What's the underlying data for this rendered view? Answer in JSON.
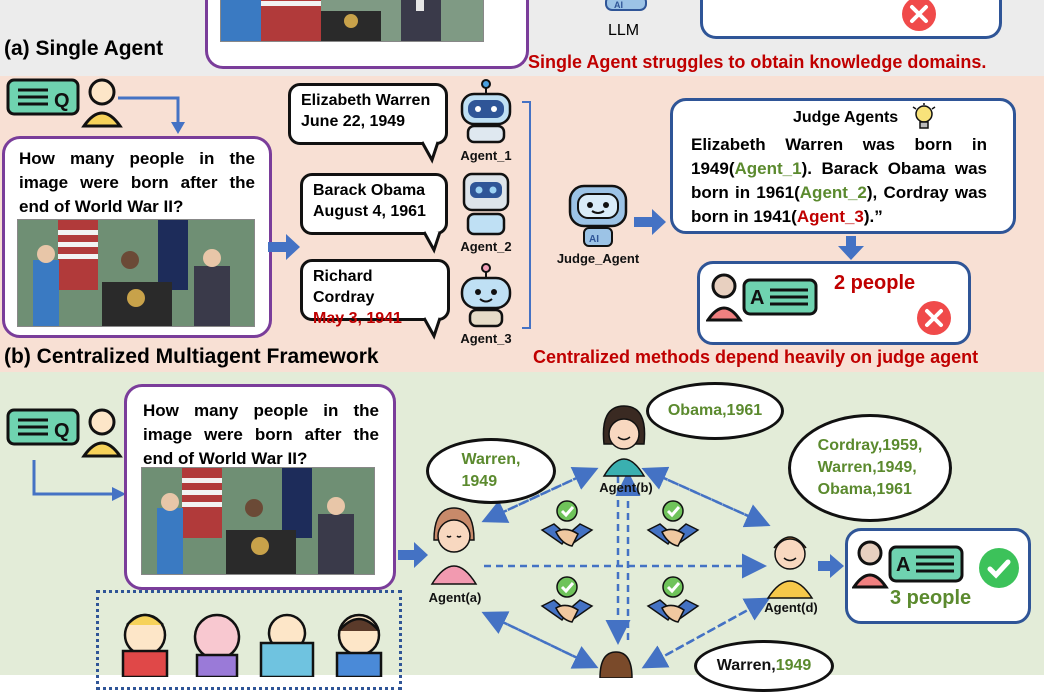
{
  "panel_a": {
    "label": "(a) Single Agent",
    "llm_label": "LLM",
    "note": "Single Agent struggles to obtain knowledge domains."
  },
  "panel_b": {
    "label": "(b) Centralized Multiagent Framework",
    "question": "How many people in the image were born after the end of World War II?",
    "agents": [
      {
        "name": "Agent_1",
        "line1": "Elizabeth Warren",
        "line2": "June 22, 1949"
      },
      {
        "name": "Agent_2",
        "line1": "Barack Obama",
        "line2": "August 4, 1961"
      },
      {
        "name": "Agent_3",
        "line1": "Richard Cordray",
        "line2": "May 3, 1941"
      }
    ],
    "judge_label": "Judge_Agent",
    "judge_title": "Judge Agents",
    "judge_text": {
      "p1": "Elizabeth Warren was born in 1949(",
      "a1": "Agent_1",
      "p2": "). Barack Obama was born in 1961(",
      "a2": "Agent_2",
      "p3": "), Cordray was born in 1941(",
      "a3": "Agent_3",
      "p4": ").”"
    },
    "answer": "2 people",
    "note": "Centralized methods depend heavily on judge agent"
  },
  "panel_c": {
    "question": "How many people in the image were born after the end of World War II?",
    "agent_a": "Agent(a)",
    "agent_b": "Agent(b)",
    "agent_d": "Agent(d)",
    "cloud_a": "Warren,\n1949",
    "cloud_b": "Obama,1961",
    "cloud_d": "Cordray,1959,\nWarren,1949,\nObama,1961",
    "cloud_c_name": "Warren,",
    "cloud_c_year": "1949",
    "answer": "3 people"
  },
  "colors": {
    "band_a": "#ececec",
    "band_b": "#f8e0d4",
    "band_c": "#e3ecd8",
    "purple": "#7a3d9a",
    "blue": "#2f5597",
    "arrow": "#4472c4",
    "red": "#c00000",
    "green": "#5b8a2e"
  }
}
